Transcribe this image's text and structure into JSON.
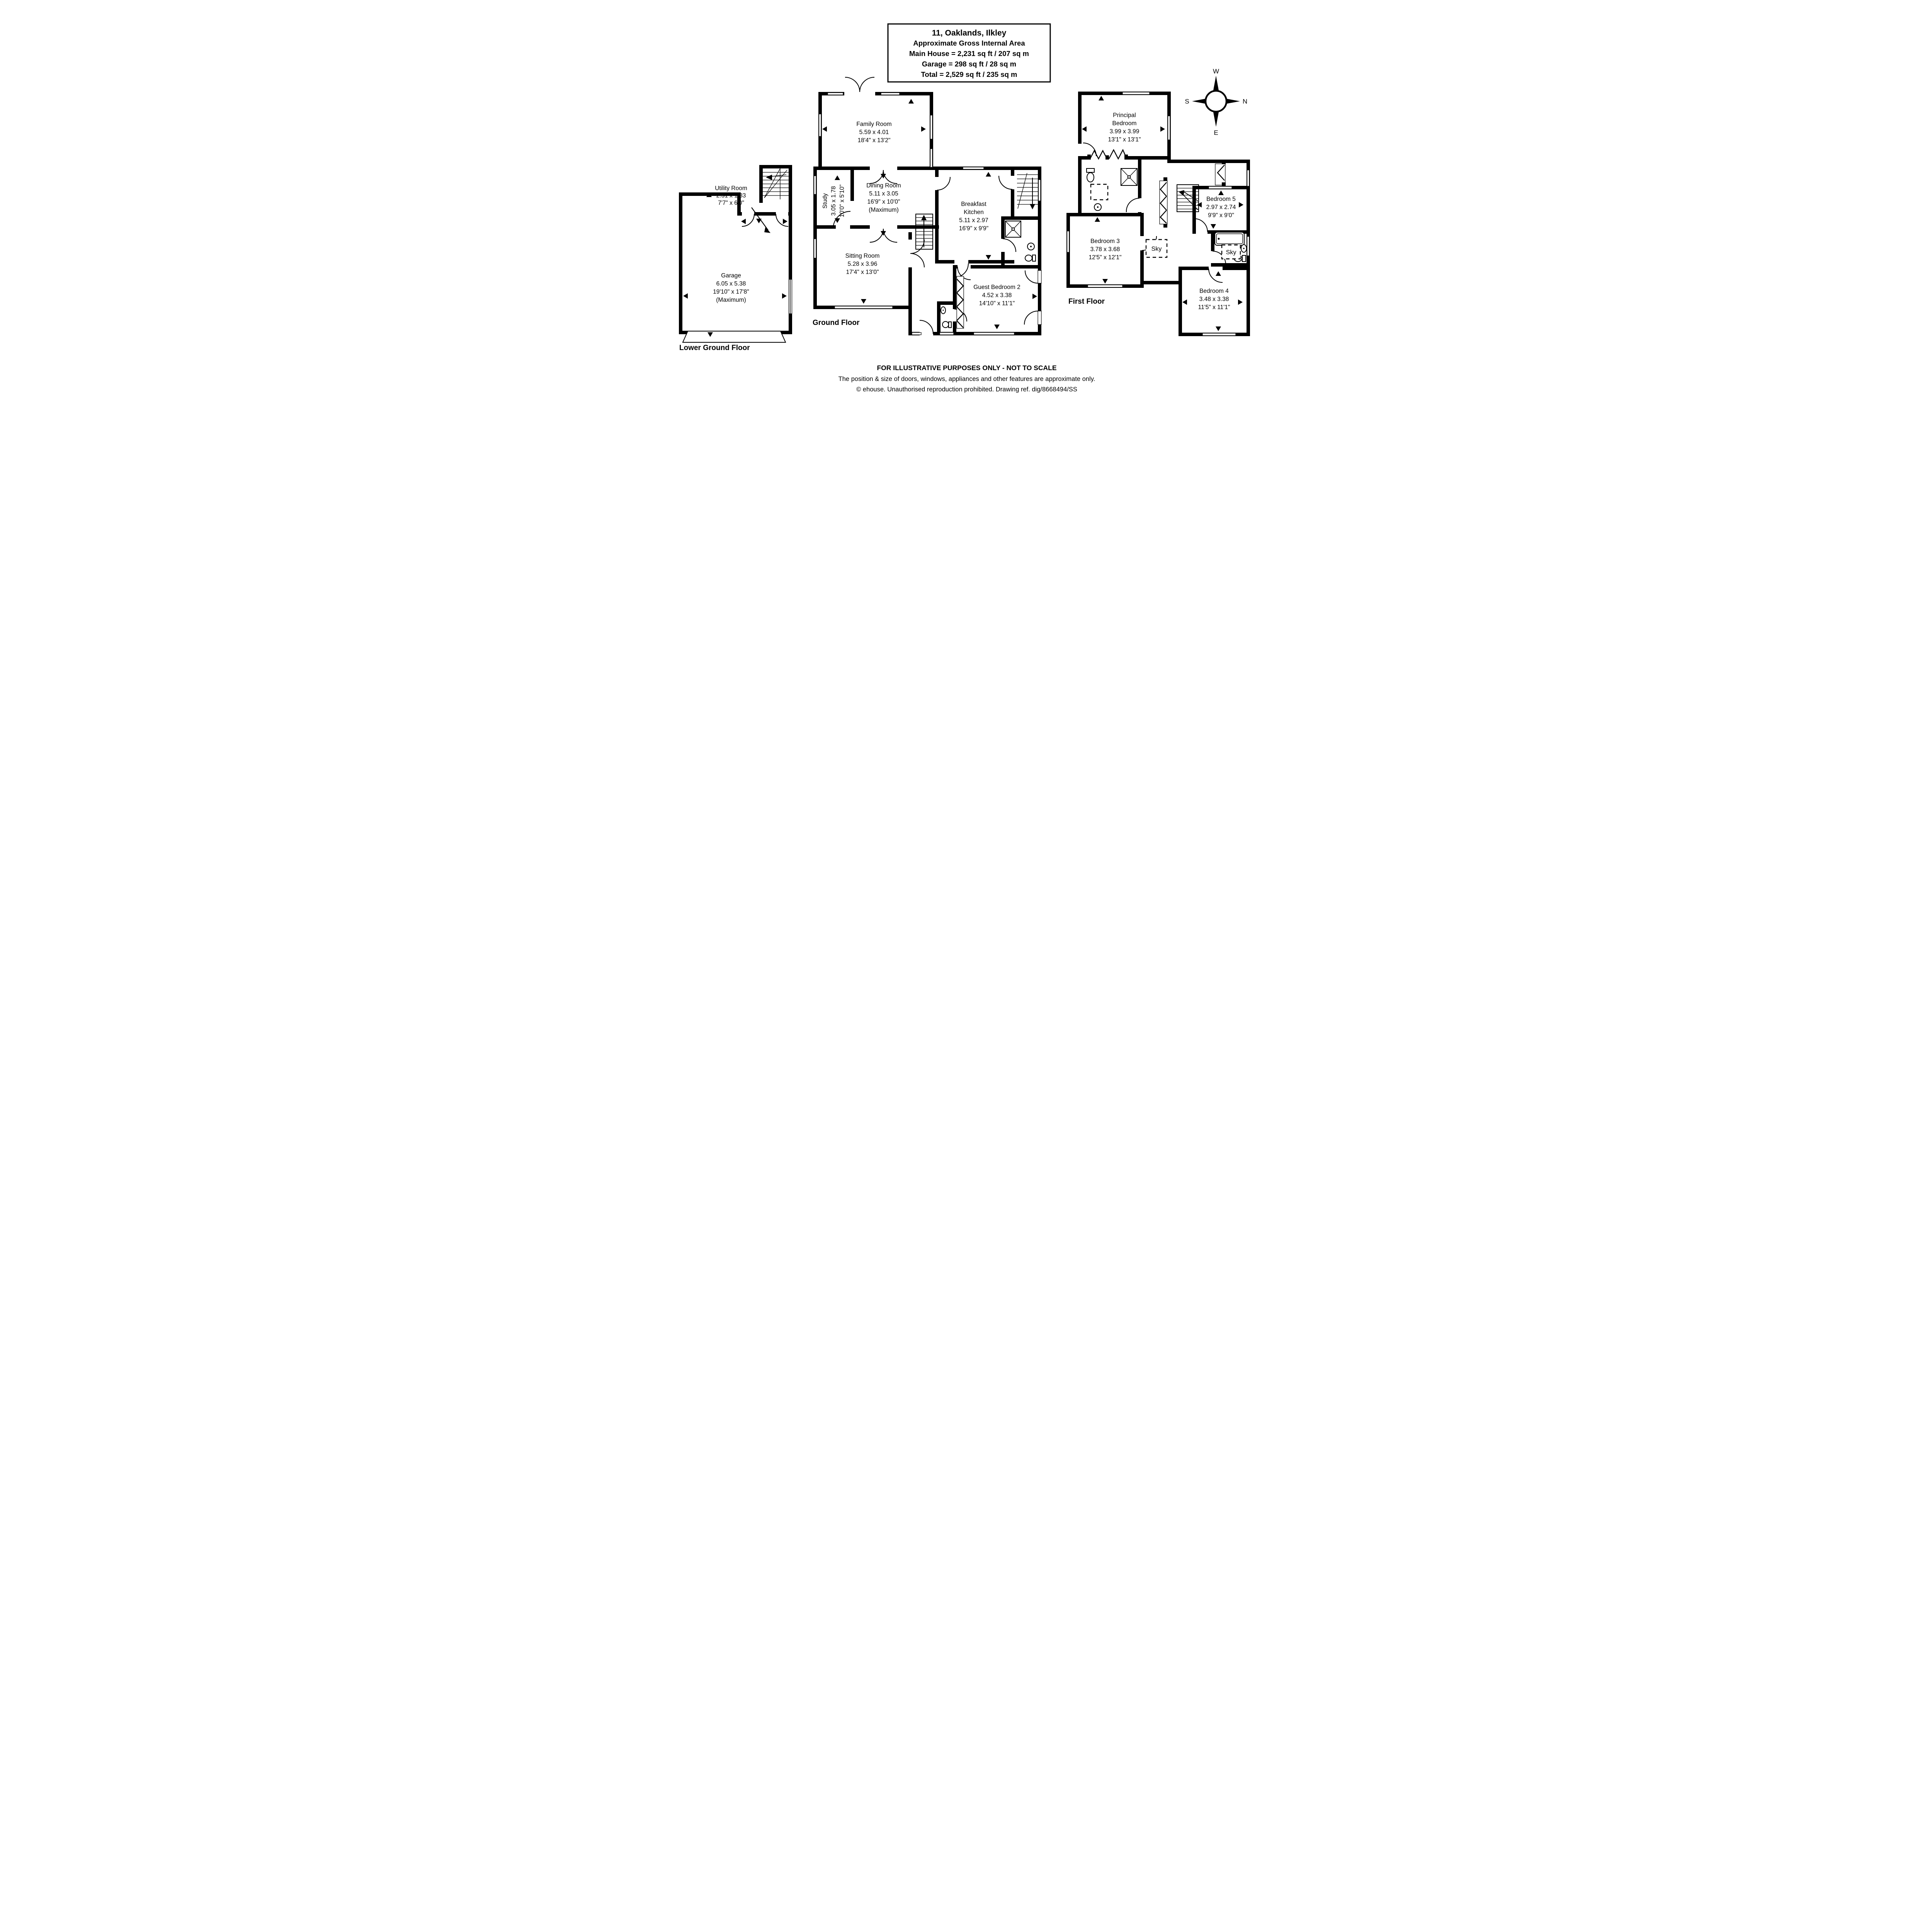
{
  "title_box": {
    "address": "11, Oaklands, Ilkley",
    "subtitle": "Approximate Gross Internal Area",
    "main_house": "Main House = 2,231 sq ft / 207 sq m",
    "garage": "Garage = 298 sq ft / 28 sq m",
    "total": "Total = 2,529 sq ft / 235 sq m"
  },
  "compass": {
    "top": "W",
    "right": "N",
    "bottom": "E",
    "left": "S"
  },
  "floors": {
    "lower_ground": {
      "label": "Lower Ground Floor",
      "rooms": {
        "utility": {
          "name": "Utility Room",
          "metric": "2.31 x 1.83",
          "imperial": "7'7\" x 6'0\""
        },
        "garage": {
          "name": "Garage",
          "metric": "6.05 x 5.38",
          "imperial": "19'10\" x 17'8\"",
          "note": "(Maximum)"
        }
      }
    },
    "ground": {
      "label": "Ground Floor",
      "rooms": {
        "family": {
          "name": "Family Room",
          "metric": "5.59 x 4.01",
          "imperial": "18'4\" x 13'2\""
        },
        "study": {
          "name": "Study",
          "metric": "3.05 x 1.78",
          "imperial": "10'0\" x 5'10\""
        },
        "dining": {
          "name": "Dining Room",
          "metric": "5.11 x 3.05",
          "imperial": "16'9\" x 10'0\"",
          "note": "(Maximum)"
        },
        "kitchen": {
          "name_line1": "Breakfast",
          "name_line2": "Kitchen",
          "metric": "5.11 x 2.97",
          "imperial": "16'9\" x 9'9\""
        },
        "sitting": {
          "name": "Sitting Room",
          "metric": "5.28 x 3.96",
          "imperial": "17'4\" x 13'0\""
        },
        "guest": {
          "name": "Guest Bedroom 2",
          "metric": "4.52 x 3.38",
          "imperial": "14'10\" x 11'1\""
        }
      }
    },
    "first": {
      "label": "First Floor",
      "sky_label": "Sky",
      "rooms": {
        "principal": {
          "name_line1": "Principal",
          "name_line2": "Bedroom",
          "metric": "3.99 x 3.99",
          "imperial": "13'1\" x 13'1\""
        },
        "bedroom3": {
          "name": "Bedroom 3",
          "metric": "3.78 x 3.68",
          "imperial": "12'5\" x 12'1\""
        },
        "bedroom5": {
          "name": "Bedroom 5",
          "metric": "2.97 x 2.74",
          "imperial": "9'9\" x 9'0\""
        },
        "bedroom4": {
          "name": "Bedroom 4",
          "metric": "3.48 x 3.38",
          "imperial": "11'5\" x 11'1\""
        }
      }
    }
  },
  "footer": {
    "line1": "FOR ILLUSTRATIVE PURPOSES ONLY - NOT TO SCALE",
    "line2": "The position & size of doors, windows, appliances and other features are approximate only.",
    "line3": "© ehouse. Unauthorised reproduction prohibited. Drawing ref. dig/8668494/SS"
  },
  "colors": {
    "wall": "#000000",
    "background": "#ffffff"
  }
}
